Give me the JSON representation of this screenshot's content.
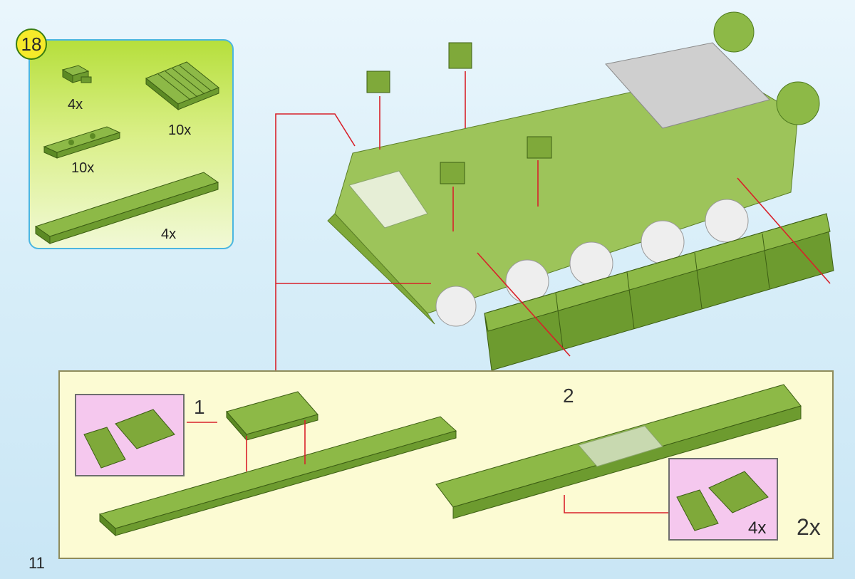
{
  "page": {
    "number": "11"
  },
  "step": {
    "number": "18"
  },
  "parts": [
    {
      "name": "clip-plate",
      "qty": "4x"
    },
    {
      "name": "grille-tile",
      "qty": "10x"
    },
    {
      "name": "hinge-plate",
      "qty": "10x"
    },
    {
      "name": "plate-2x10",
      "qty": "4x"
    }
  ],
  "subassembly": {
    "substep_1": "1",
    "substep_2": "2",
    "inset_qty": "4x",
    "repeat_qty": "2x"
  },
  "colors": {
    "brick_green": "#7fa93a",
    "brick_dark": "#4e7a1f",
    "arrow_red": "#d8212a",
    "badge_yellow": "#f6ea2a"
  }
}
